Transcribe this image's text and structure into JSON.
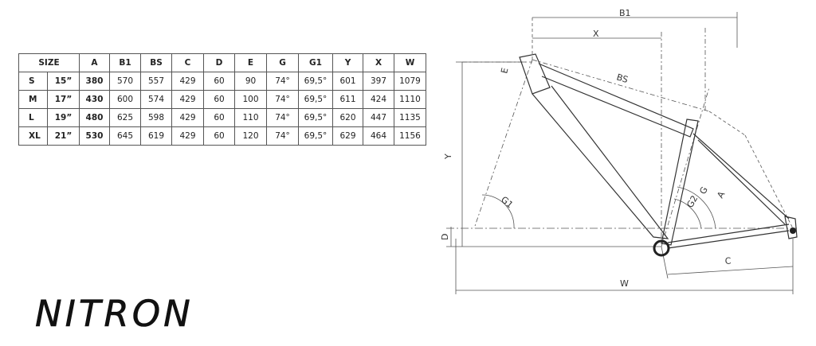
{
  "table": {
    "headers": [
      "SIZE",
      "A",
      "B1",
      "BS",
      "C",
      "D",
      "E",
      "G",
      "G1",
      "Y",
      "X",
      "W"
    ],
    "rows": [
      {
        "size": "S",
        "inch": "15”",
        "values": [
          "380",
          "570",
          "557",
          "429",
          "60",
          "90",
          "74°",
          "69,5°",
          "601",
          "397",
          "1079"
        ]
      },
      {
        "size": "M",
        "inch": "17”",
        "values": [
          "430",
          "600",
          "574",
          "429",
          "60",
          "100",
          "74°",
          "69,5°",
          "611",
          "424",
          "1110"
        ]
      },
      {
        "size": "L",
        "inch": "19”",
        "values": [
          "480",
          "625",
          "598",
          "429",
          "60",
          "110",
          "74°",
          "69,5°",
          "620",
          "447",
          "1135"
        ]
      },
      {
        "size": "XL",
        "inch": "21”",
        "values": [
          "530",
          "645",
          "619",
          "429",
          "60",
          "120",
          "74°",
          "69,5°",
          "629",
          "464",
          "1156"
        ]
      }
    ]
  },
  "diagram": {
    "labels": {
      "B1": "B1",
      "X": "X",
      "BS": "BS",
      "E": "E",
      "Y": "Y",
      "G1": "G1",
      "G": "G",
      "G2": "G2",
      "A": "A",
      "D": "D",
      "C": "C",
      "W": "W"
    }
  },
  "logo": "NITRON"
}
